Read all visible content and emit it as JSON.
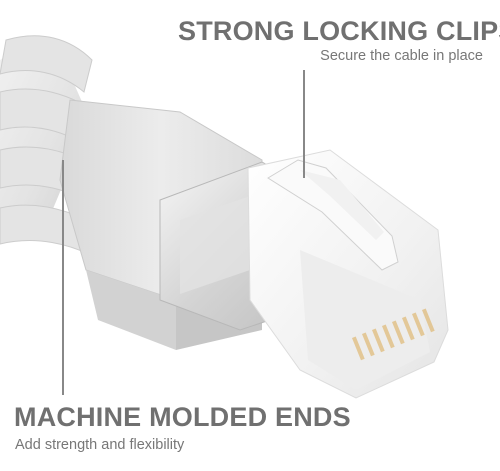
{
  "callouts": {
    "locking_clips": {
      "title": "STRONG LOCKING CLIPS",
      "subtitle": "Secure the cable in place"
    },
    "molded_ends": {
      "title": "MACHINE MOLDED ENDS",
      "subtitle": "Add strength and flexibility"
    }
  },
  "colors": {
    "headline": "#707070",
    "subline": "#777777",
    "leader_line": "#888888",
    "cable_jacket": "#e9e9e9",
    "clear_plastic": "#f4f4f4",
    "gold_contacts": "#e2c48f"
  }
}
